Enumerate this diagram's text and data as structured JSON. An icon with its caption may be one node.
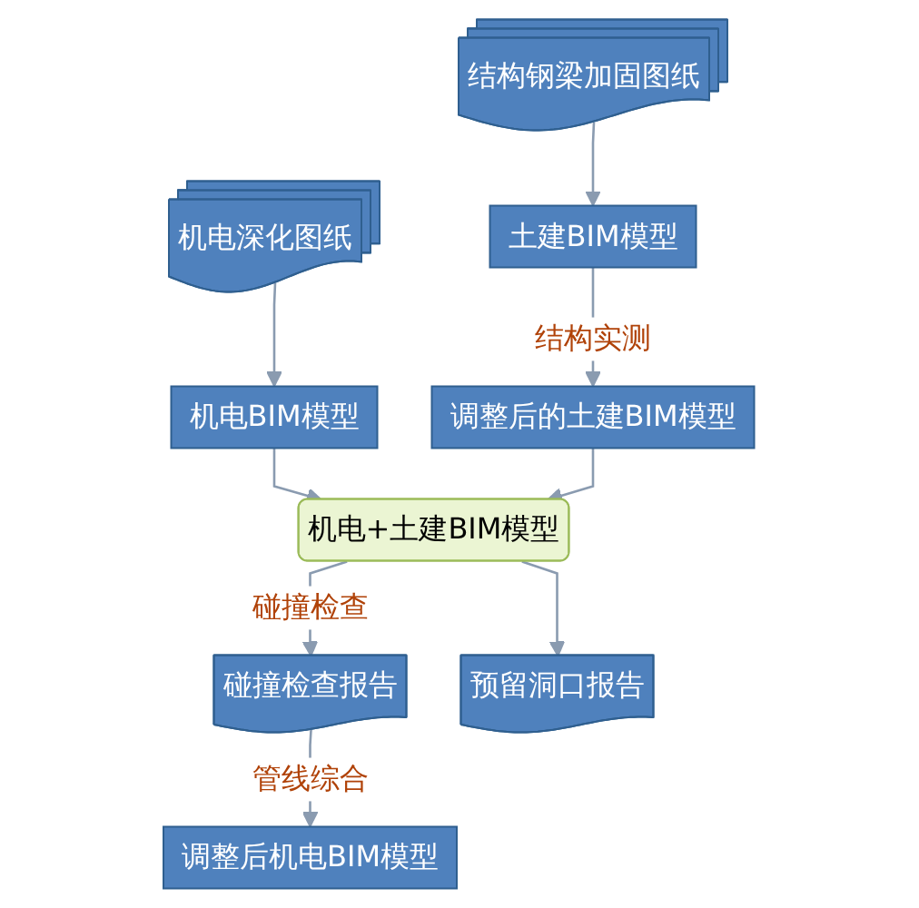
{
  "diagram": {
    "nodes": [
      {
        "text": [
          "机电深化图纸"
        ]
      },
      {
        "text": [
          "结构钢梁加固图纸"
        ]
      },
      {
        "text": [
          "土建BIM模型"
        ]
      },
      {
        "text": [
          "机电BIM模型"
        ]
      },
      {
        "text": [
          "调整后的土建BIM模型"
        ]
      },
      {
        "text": [
          "机电+土建BIM模型"
        ]
      },
      {
        "text": [
          "碰撞检查报告"
        ]
      },
      {
        "text": [
          "预留洞口报告"
        ]
      },
      {
        "text": [
          "调整后机电BIM模型"
        ]
      }
    ],
    "edges": [
      {
        "from": 0,
        "to": 3,
        "arrow": "to"
      },
      {
        "from": 1,
        "to": 2,
        "arrow": "to"
      },
      {
        "from": 2,
        "to": 4,
        "arrow": "to",
        "label": "结构实测"
      },
      {
        "from": 3,
        "to": 5,
        "arrow": "to"
      },
      {
        "from": 4,
        "to": 5,
        "arrow": "to"
      },
      {
        "from": 5,
        "to": 6,
        "arrow": "to",
        "label": "碰撞检查"
      },
      {
        "from": 5,
        "to": 7,
        "arrow": "to"
      },
      {
        "from": 6,
        "to": 8,
        "arrow": "to",
        "label": "管线综合"
      }
    ]
  }
}
